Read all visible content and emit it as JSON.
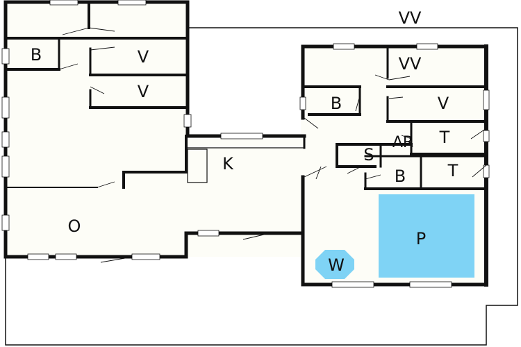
{
  "colors": {
    "wall": "#111111",
    "floor": "#fdfdf7",
    "terrace_line": "#111111",
    "pool": "#7fd3f5",
    "whirlpool": "#7fd3f5",
    "window": "#ffffff"
  },
  "labels": {
    "terrace_vv": "VV",
    "bathroom_1": "B",
    "bedroom_1": "V",
    "bedroom_2": "V",
    "kitchen": "K",
    "living": "O",
    "bedroom_3_vv": "VV",
    "bathroom_2": "B",
    "bedroom_4": "V",
    "technical_1": "T",
    "utility": "AR",
    "sauna": "S",
    "bathroom_3": "B",
    "technical_2": "T",
    "pool": "P",
    "whirlpool": "W"
  }
}
